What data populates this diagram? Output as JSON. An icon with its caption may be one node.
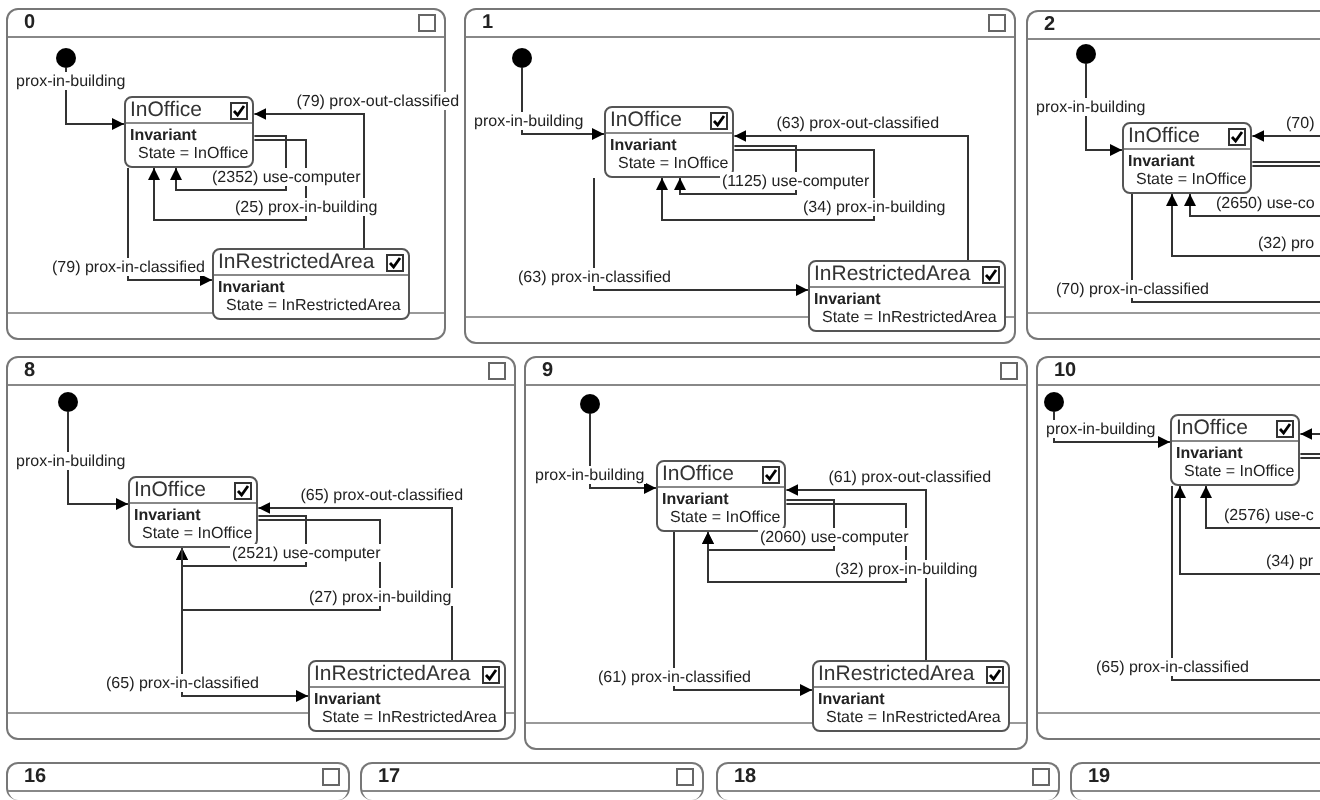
{
  "diagram": {
    "nodes": [
      {
        "text": [
          "0"
        ]
      },
      {
        "text": [],
        "shape": "circle",
        "in": 0
      },
      {
        "text": [
          "InOffice",
          "Invariant",
          "State = InOffice"
        ],
        "in": 0
      },
      {
        "text": [
          "InRestrictedArea",
          "Invariant",
          "State = InRestrictedArea"
        ],
        "in": 0
      },
      {
        "text": [
          "1"
        ]
      },
      {
        "text": [],
        "shape": "circle",
        "in": 4
      },
      {
        "text": [
          "InOffice",
          "Invariant",
          "State = InOffice"
        ],
        "in": 4
      },
      {
        "text": [
          "InRestrictedArea",
          "Invariant",
          "State = InRestrictedArea"
        ],
        "in": 4
      },
      {
        "text": [
          "2"
        ]
      },
      {
        "text": [],
        "shape": "circle",
        "in": 8
      },
      {
        "text": [
          "InOffice",
          "Invariant",
          "State = InOffice"
        ],
        "in": 8
      },
      {
        "text": [
          "8"
        ]
      },
      {
        "text": [],
        "shape": "circle",
        "in": 11
      },
      {
        "text": [
          "InOffice",
          "Invariant",
          "State = InOffice"
        ],
        "in": 11
      },
      {
        "text": [
          "InRestrictedArea",
          "Invariant",
          "State = InRestrictedArea"
        ],
        "in": 11
      },
      {
        "text": [
          "9"
        ]
      },
      {
        "text": [],
        "shape": "circle",
        "in": 15
      },
      {
        "text": [
          "InOffice",
          "Invariant",
          "State = InOffice"
        ],
        "in": 15
      },
      {
        "text": [
          "InRestrictedArea",
          "Invariant",
          "State = InRestrictedArea"
        ],
        "in": 15
      },
      {
        "text": [
          "10"
        ]
      },
      {
        "text": [],
        "shape": "circle",
        "in": 19
      },
      {
        "text": [
          "InOffice",
          "Invariant",
          "State = InOffice"
        ],
        "in": 19
      },
      {
        "text": [
          "16"
        ]
      },
      {
        "text": [
          "17"
        ]
      },
      {
        "text": [
          "18"
        ]
      },
      {
        "text": [
          "19"
        ]
      }
    ],
    "edges": [
      {
        "from": 1,
        "to": 2,
        "arrow": "to",
        "label": "prox-in-building"
      },
      {
        "from": 3,
        "to": 2,
        "arrow": "to",
        "label": "(79) prox-out-classified"
      },
      {
        "from": 2,
        "to": 2,
        "arrow": "to",
        "label": "(2352) use-computer"
      },
      {
        "from": 2,
        "to": 2,
        "arrow": "to",
        "label": "(25) prox-in-building"
      },
      {
        "from": 2,
        "to": 3,
        "arrow": "to",
        "label": "(79) prox-in-classified"
      },
      {
        "from": 5,
        "to": 6,
        "arrow": "to",
        "label": "prox-in-building"
      },
      {
        "from": 7,
        "to": 6,
        "arrow": "to",
        "label": "(63) prox-out-classified"
      },
      {
        "from": 6,
        "to": 6,
        "arrow": "to",
        "label": "(1125) use-computer"
      },
      {
        "from": 6,
        "to": 6,
        "arrow": "to",
        "label": "(34) prox-in-building"
      },
      {
        "from": 6,
        "to": 7,
        "arrow": "to",
        "label": "(63) prox-in-classified"
      },
      {
        "from": 9,
        "to": 10,
        "arrow": "to",
        "label": "prox-in-building"
      },
      {
        "from": null,
        "to": 10,
        "arrow": "to",
        "label": "(70)"
      },
      {
        "from": 10,
        "to": 10,
        "arrow": "to",
        "label": "(2650) use-co"
      },
      {
        "from": 10,
        "to": 10,
        "arrow": "to",
        "label": "(32) pro"
      },
      {
        "from": 10,
        "to": null,
        "arrow": "to",
        "label": "(70) prox-in-classified"
      },
      {
        "from": 12,
        "to": 13,
        "arrow": "to",
        "label": "prox-in-building"
      },
      {
        "from": 14,
        "to": 13,
        "arrow": "to",
        "label": "(65) prox-out-classified"
      },
      {
        "from": 13,
        "to": 13,
        "arrow": "to",
        "label": "(2521) use-computer"
      },
      {
        "from": 13,
        "to": 13,
        "arrow": "to",
        "label": "(27) prox-in-building"
      },
      {
        "from": 13,
        "to": 14,
        "arrow": "to",
        "label": "(65) prox-in-classified"
      },
      {
        "from": 16,
        "to": 17,
        "arrow": "to",
        "label": "prox-in-building"
      },
      {
        "from": 18,
        "to": 17,
        "arrow": "to",
        "label": "(61) prox-out-classified"
      },
      {
        "from": 17,
        "to": 17,
        "arrow": "to",
        "label": "(2060) use-computer"
      },
      {
        "from": 17,
        "to": 17,
        "arrow": "to",
        "label": "(32) prox-in-building"
      },
      {
        "from": 17,
        "to": 18,
        "arrow": "to",
        "label": "(61) prox-in-classified"
      },
      {
        "from": 20,
        "to": 21,
        "arrow": "to",
        "label": "prox-in-building"
      },
      {
        "from": null,
        "to": 21,
        "arrow": "to"
      },
      {
        "from": 21,
        "to": 21,
        "arrow": "to",
        "label": "(2576) use-c"
      },
      {
        "from": 21,
        "to": 21,
        "arrow": "to",
        "label": "(34) pr"
      },
      {
        "from": 21,
        "to": null,
        "arrow": "to",
        "label": "(65) prox-in-classified"
      }
    ]
  }
}
